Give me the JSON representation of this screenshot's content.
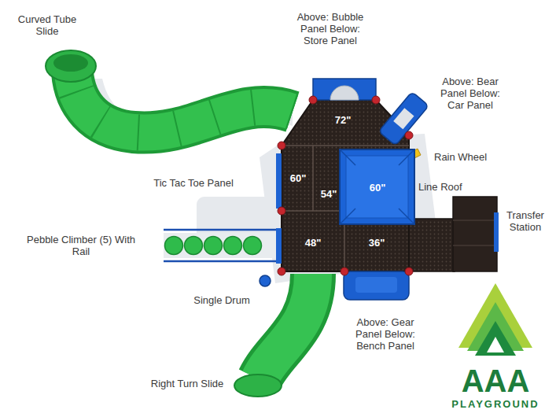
{
  "diagram": {
    "nodes": [
      {
        "text": [
          "72\""
        ]
      },
      {
        "text": [
          "60\""
        ]
      },
      {
        "text": [
          "54\""
        ]
      },
      {
        "text": [
          "60\""
        ]
      },
      {
        "text": [
          "48\""
        ]
      },
      {
        "text": [
          "36\""
        ]
      }
    ],
    "labels": [
      "Above: Bubble Panel Below: Store Panel",
      "Curved Tube Slide",
      "Above: Bear Panel Below: Car Panel",
      "Rain Wheel",
      "Tic Tac Toe Panel",
      "Line Roof",
      "Transfer Station",
      "Pebble Climber (5) With Rail",
      "Single Drum",
      "Above: Gear Panel Below: Bench Panel",
      "Right Turn Slide",
      "AAA",
      "PLAYGROUND"
    ]
  }
}
